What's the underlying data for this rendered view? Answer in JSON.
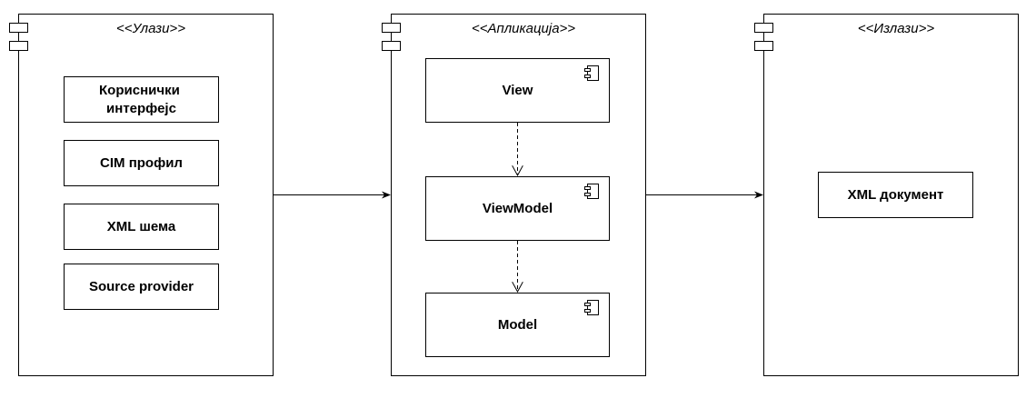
{
  "containers": [
    {
      "stereotype": "<<Улази>>",
      "items": [
        {
          "label_lines": [
            "Кориснички",
            "интерфејс"
          ]
        },
        {
          "label_lines": [
            "CIM профил"
          ]
        },
        {
          "label_lines": [
            "XML шема"
          ]
        },
        {
          "label_lines": [
            "Source provider"
          ]
        }
      ]
    },
    {
      "stereotype": "<<Апликација>>",
      "items": [
        {
          "label_lines": [
            "View"
          ]
        },
        {
          "label_lines": [
            "ViewModel"
          ]
        },
        {
          "label_lines": [
            "Model"
          ]
        }
      ]
    },
    {
      "stereotype": "<<Излази>>",
      "items": [
        {
          "label_lines": [
            "XML документ"
          ]
        }
      ]
    }
  ]
}
